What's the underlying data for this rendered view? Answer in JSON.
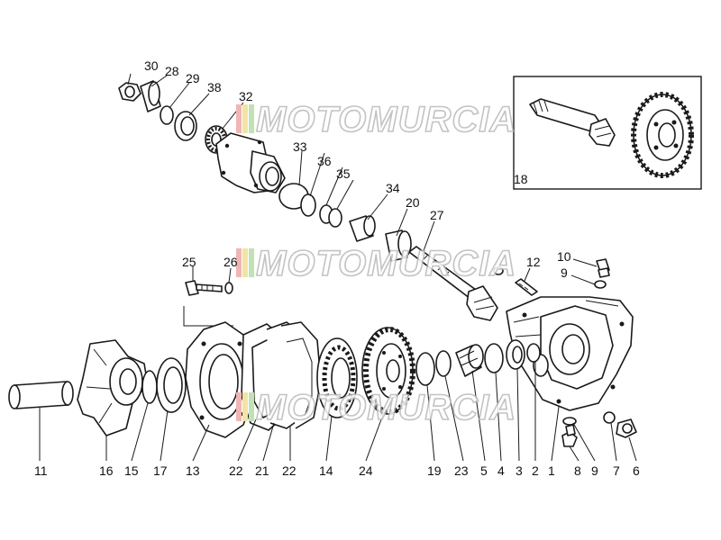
{
  "diagram": {
    "callouts": {
      "p1": "1",
      "p2": "2",
      "p3": "3",
      "p4": "4",
      "p5": "5",
      "p6": "6",
      "p7": "7",
      "p8": "8",
      "p9": "9",
      "p9b": "9",
      "p10": "10",
      "p11": "11",
      "p12": "12",
      "p13": "13",
      "p14": "14",
      "p15": "15",
      "p16": "16",
      "p17": "17",
      "p18": "18",
      "p19": "19",
      "p20": "20",
      "p21": "21",
      "p22": "22",
      "p22b": "22",
      "p23": "23",
      "p24": "24",
      "p25": "25",
      "p26": "26",
      "p27": "27",
      "p28": "28",
      "p29": "29",
      "p30": "30",
      "p32": "32",
      "p33": "33",
      "p34": "34",
      "p35": "35",
      "p36": "36",
      "p38": "38"
    },
    "watermark": {
      "text": "MOTOMURCIA",
      "stripe_colors": [
        "#f1b5b5",
        "#f3e3a6",
        "#bfe3b3"
      ]
    }
  }
}
